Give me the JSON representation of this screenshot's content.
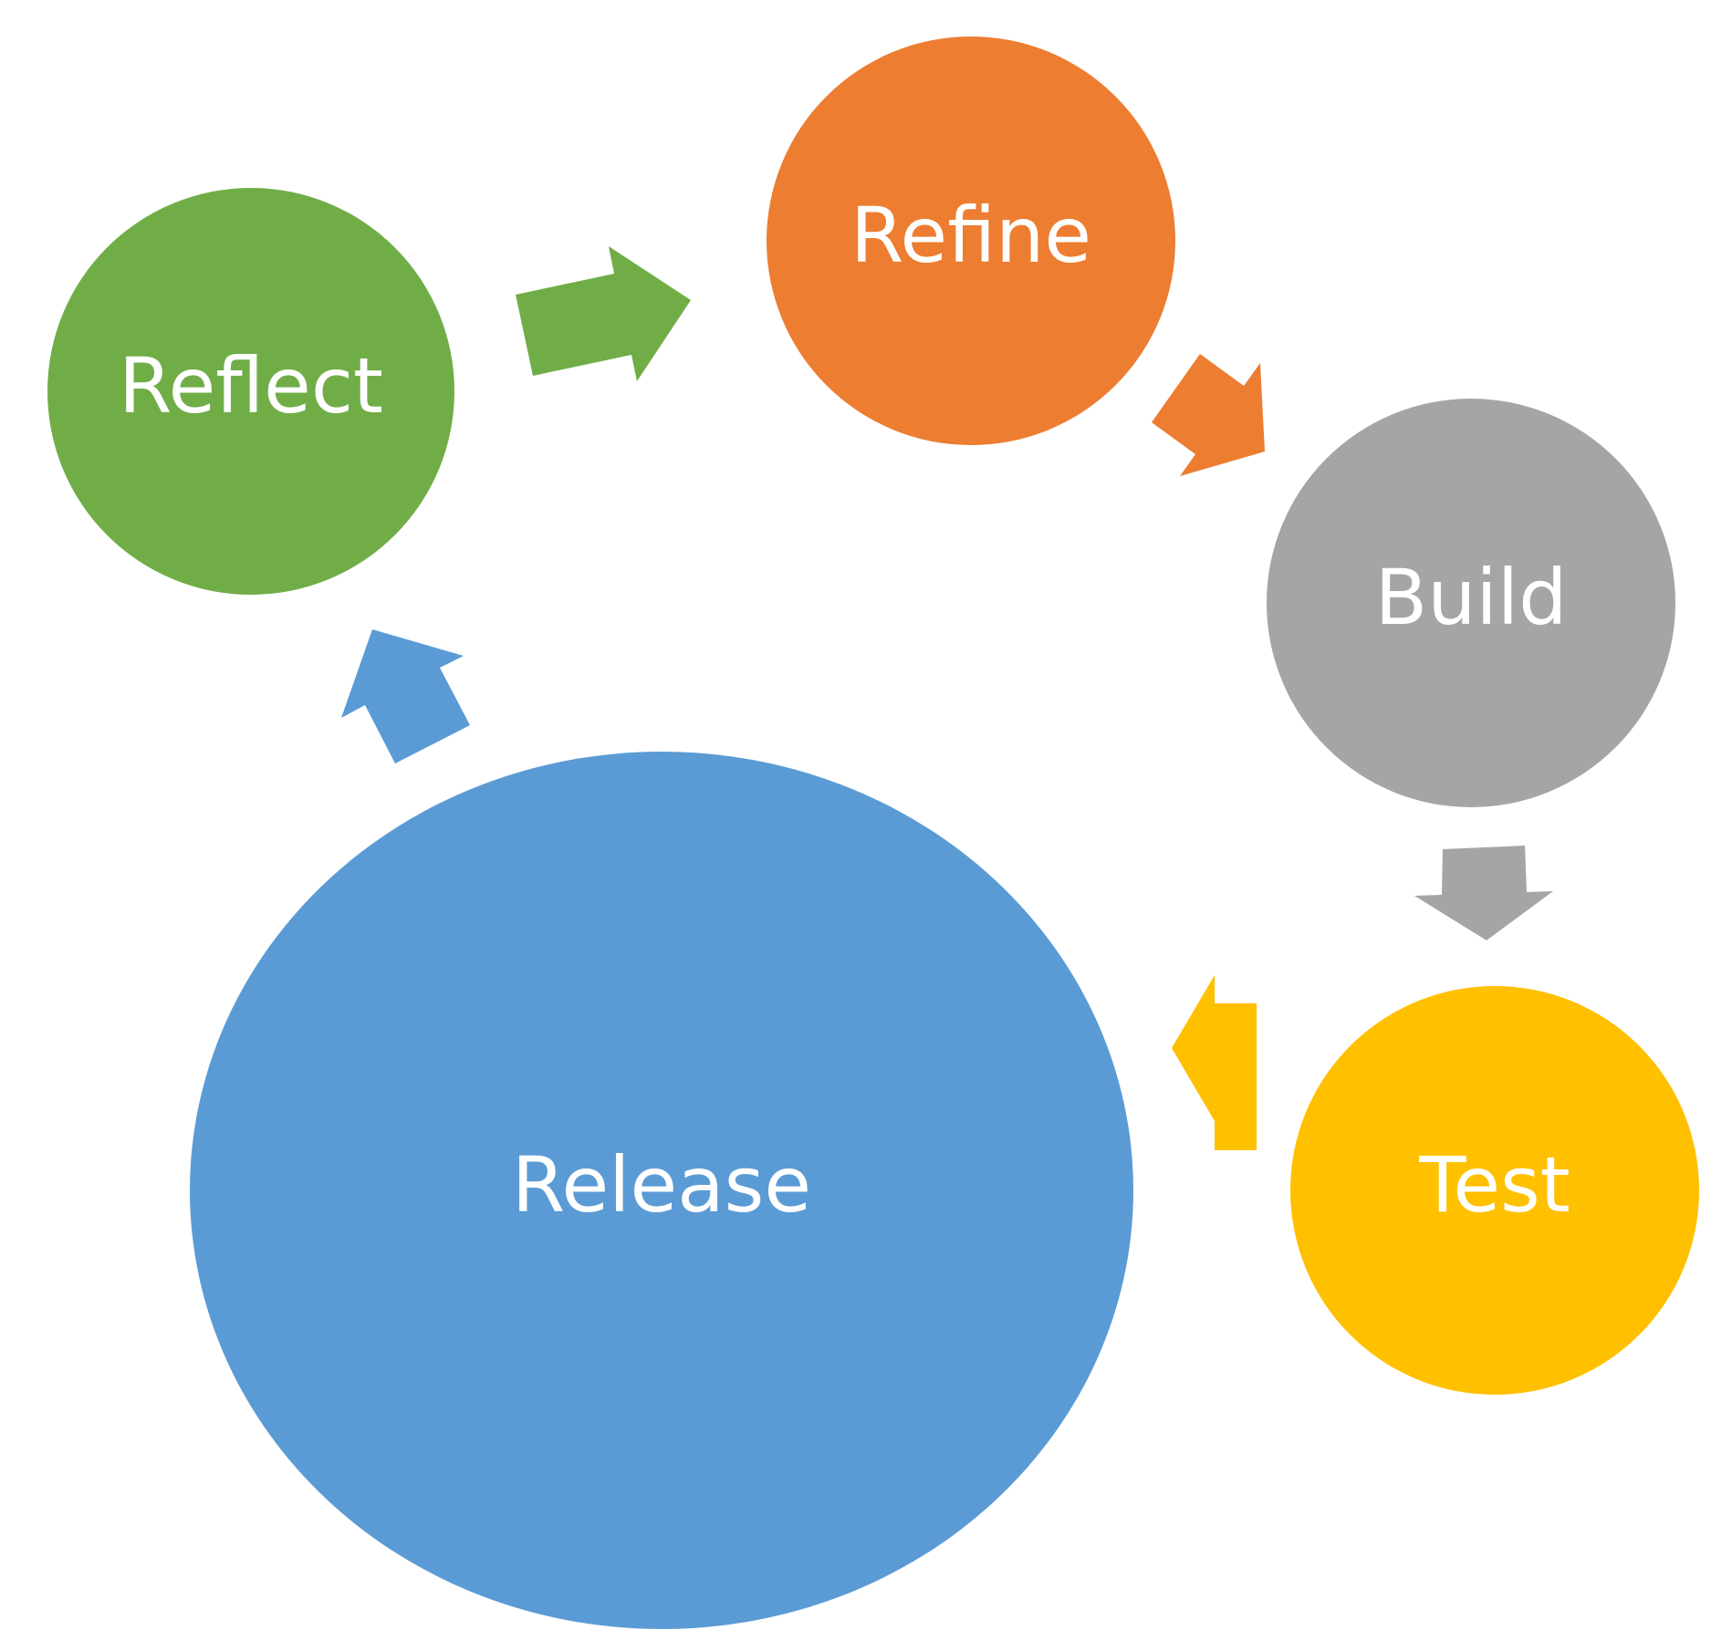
{
  "diagram": {
    "nodes": [
      {
        "id": "reflect",
        "label": "Reflect",
        "color": "#70AD47"
      },
      {
        "id": "refine",
        "label": "Refine",
        "color": "#ED7D31"
      },
      {
        "id": "build",
        "label": "Build",
        "color": "#A5A5A5"
      },
      {
        "id": "test",
        "label": "Test",
        "color": "#FFC000"
      },
      {
        "id": "release",
        "label": "Release",
        "color": "#5B9BD5"
      }
    ],
    "arrows": [
      {
        "from": "reflect",
        "to": "refine",
        "color": "#70AD47"
      },
      {
        "from": "refine",
        "to": "build",
        "color": "#ED7D31"
      },
      {
        "from": "build",
        "to": "test",
        "color": "#A5A5A5"
      },
      {
        "from": "test",
        "to": "release",
        "color": "#FFC000"
      },
      {
        "from": "release",
        "to": "reflect",
        "color": "#5B9BD5"
      }
    ]
  }
}
